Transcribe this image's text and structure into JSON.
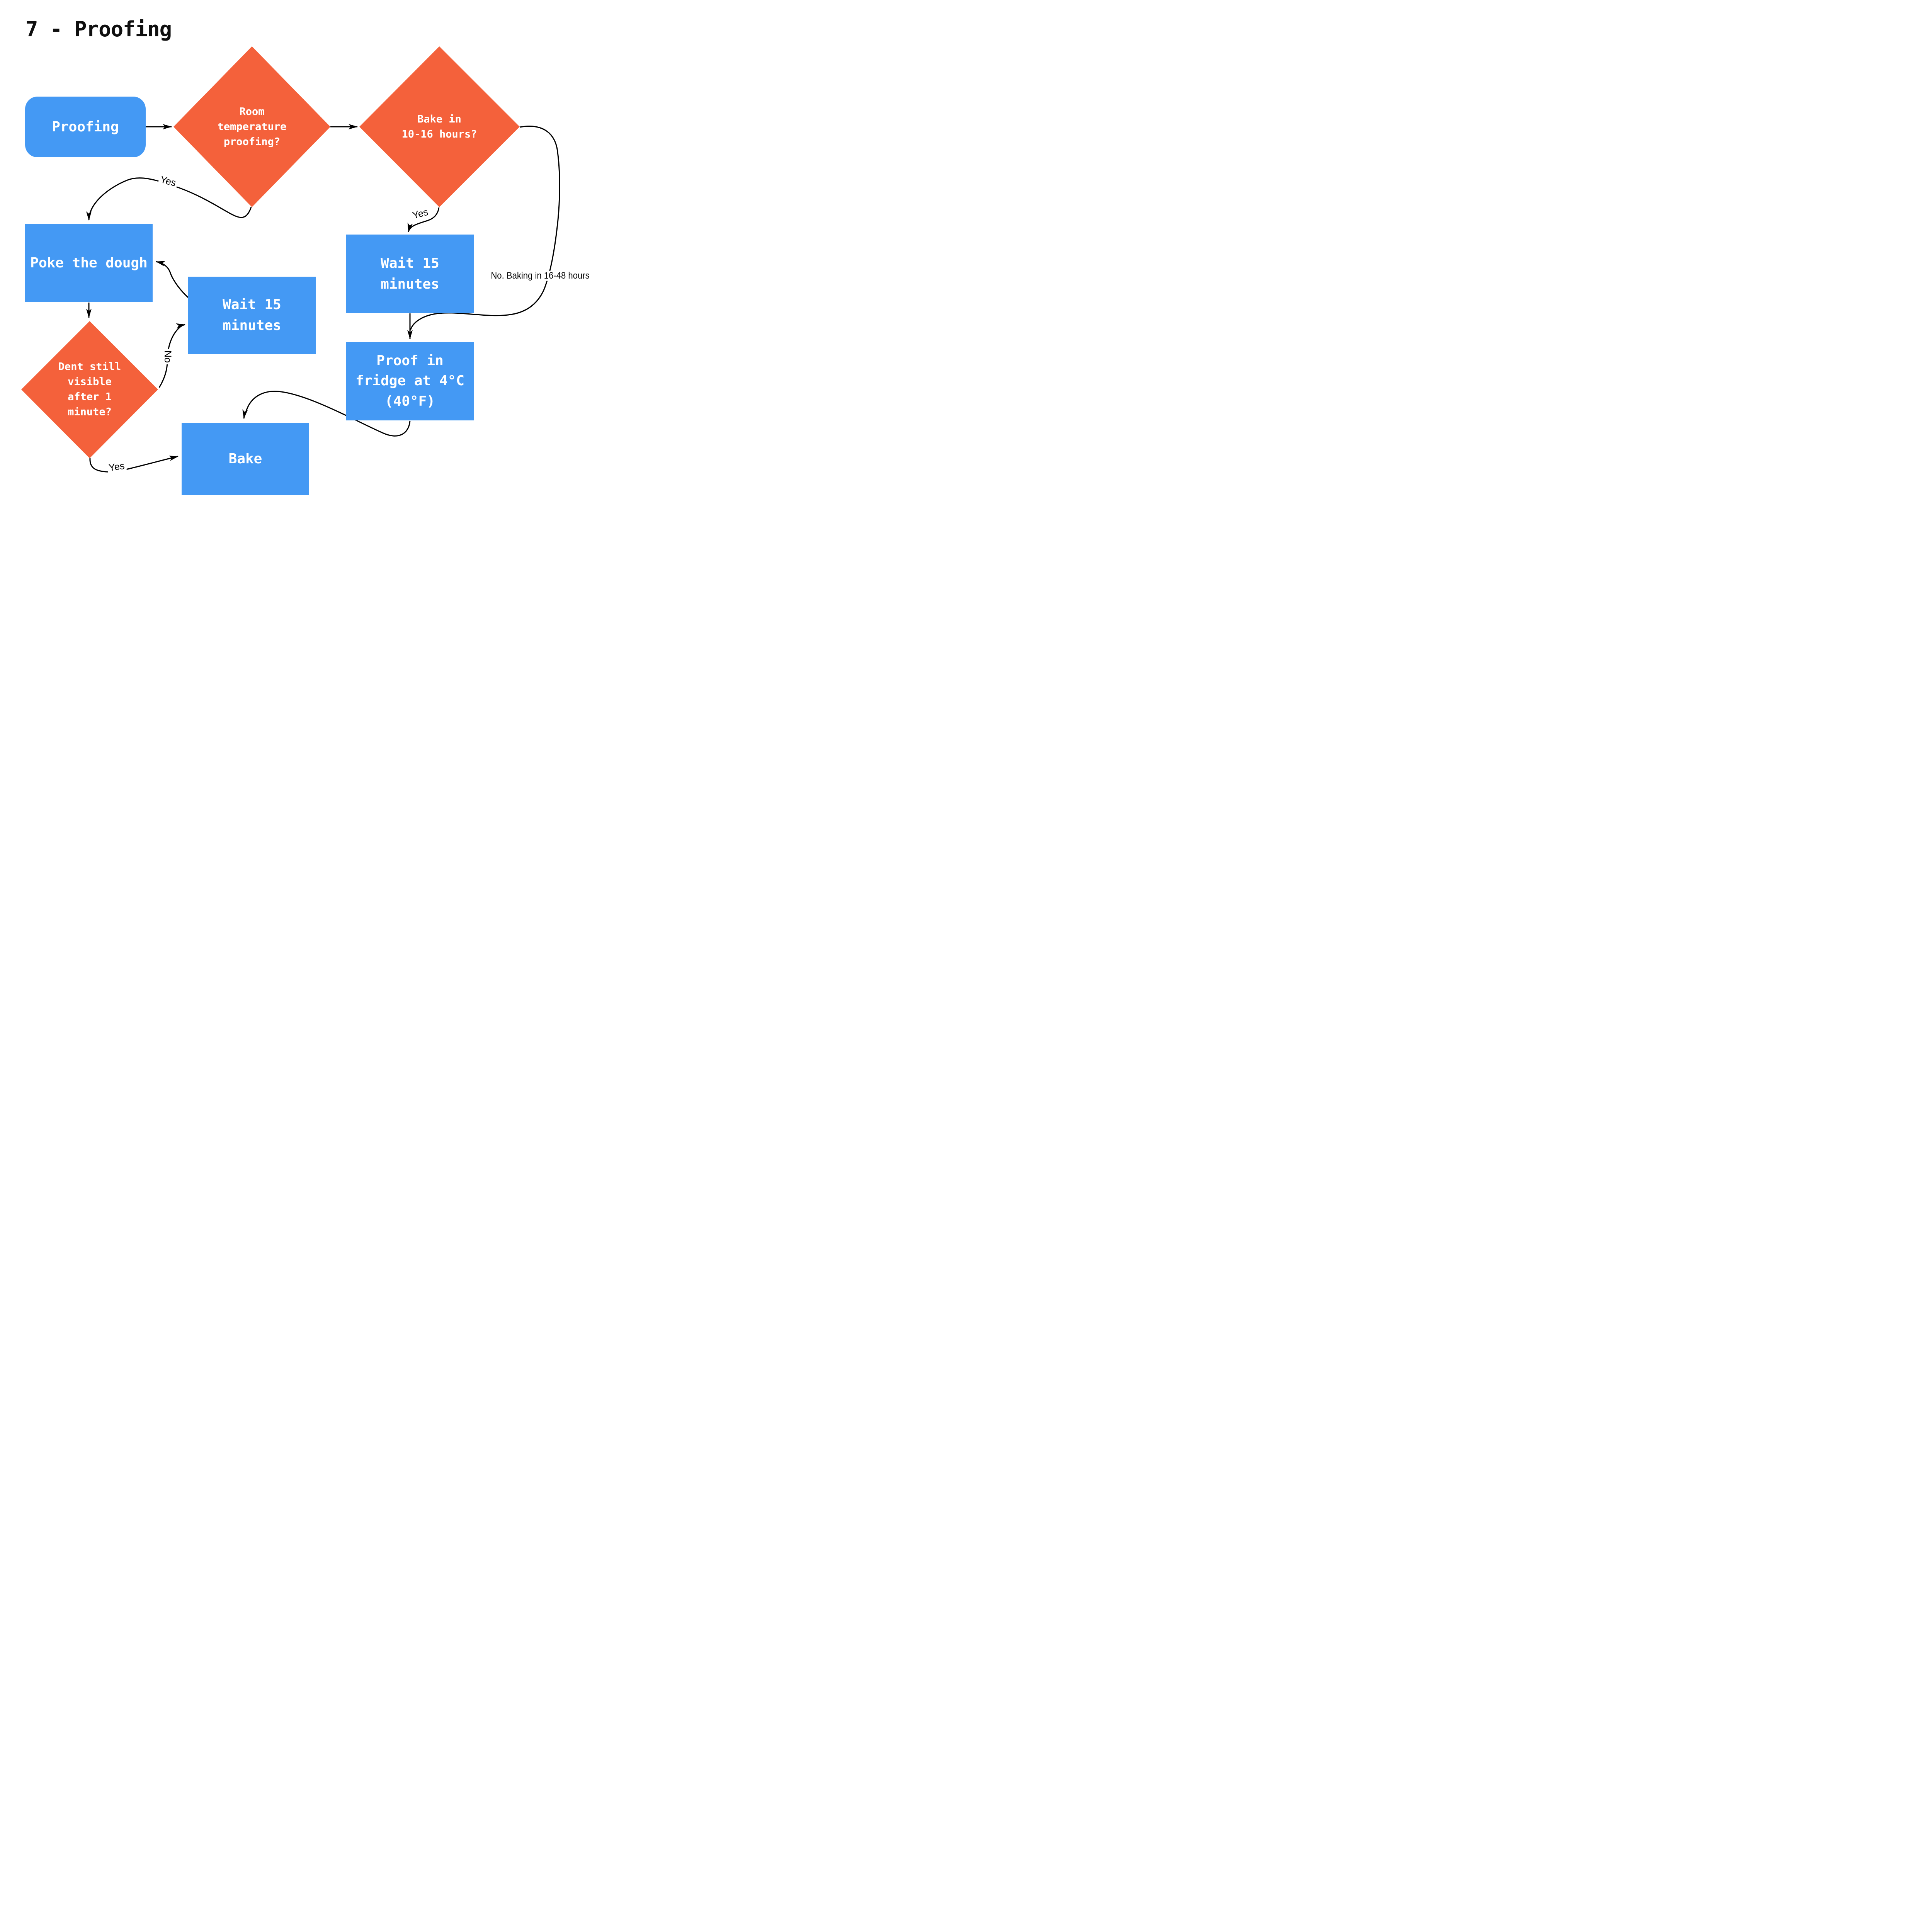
{
  "title": "7 - Proofing",
  "colors": {
    "canvas_bg": "#FFFFFF",
    "process_fill": "#4499F4",
    "decision_fill": "#F4613B",
    "node_text": "#FFFFFF",
    "edge_color": "#000000",
    "title_color": "#0F0F0F"
  },
  "nodes": {
    "start": {
      "label": "Proofing"
    },
    "room_temp": {
      "label": "Room\ntemperature\nproofing?"
    },
    "bake_10_16": {
      "label": "Bake in\n10-16 hours?"
    },
    "poke": {
      "label": "Poke the dough"
    },
    "wait_left": {
      "label": "Wait 15\nminutes"
    },
    "dent": {
      "label": "Dent still\nvisible\nafter 1\nminute?"
    },
    "wait_right": {
      "label": "Wait 15\nminutes"
    },
    "proof_fridge": {
      "label": "Proof in\nfridge at 4°C\n(40°F)"
    },
    "bake": {
      "label": "Bake"
    }
  },
  "edge_labels": {
    "yes_room_to_poke": "Yes",
    "yes_bake_to_wait": "Yes",
    "no_dent_to_wait": "No",
    "yes_dent_to_bake": "Yes",
    "no_baking_16_48": "No. Baking in 16-48 hours"
  }
}
